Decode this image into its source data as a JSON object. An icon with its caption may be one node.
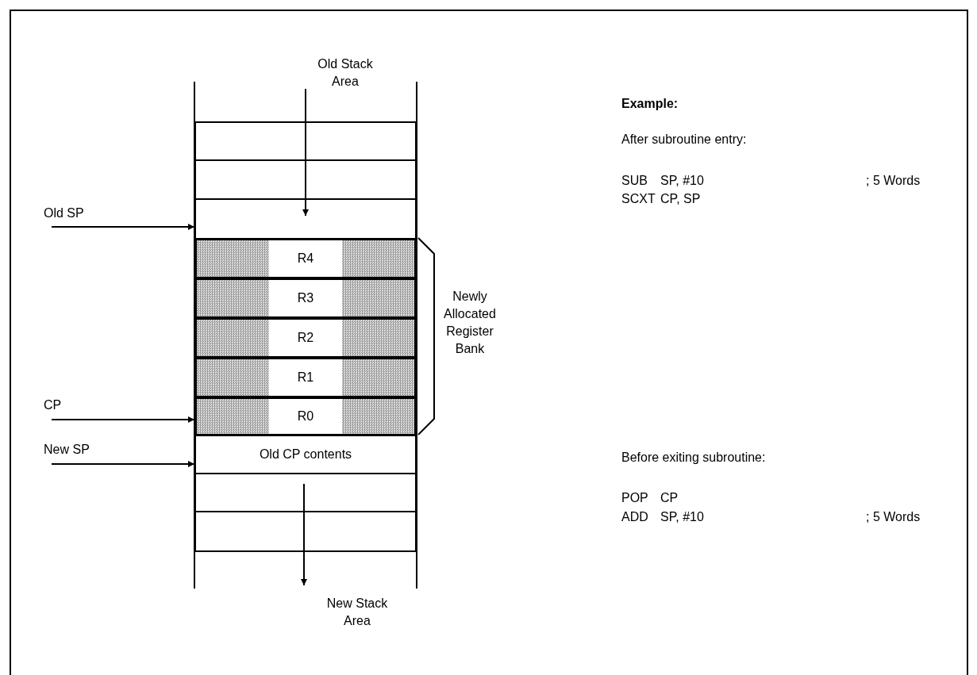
{
  "diagram": {
    "nodes": [
      {
        "text": [],
        "shape": "box"
      },
      {
        "text": [],
        "shape": "box"
      },
      {
        "text": [],
        "shape": "box"
      },
      {
        "text": [
          "R4"
        ]
      },
      {
        "text": [
          "R3"
        ]
      },
      {
        "text": [
          "R2"
        ]
      },
      {
        "text": [
          "R1"
        ]
      },
      {
        "text": [
          "R0"
        ]
      },
      {
        "text": [
          "Old CP contents"
        ]
      },
      {
        "text": [],
        "shape": "box"
      },
      {
        "text": [],
        "shape": "box"
      },
      {
        "text": [
          "Old SP"
        ]
      },
      {
        "text": [
          "CP"
        ]
      },
      {
        "text": [
          "New SP"
        ]
      },
      {
        "text": [
          "Newly Allocated Register Bank"
        ]
      }
    ],
    "edges": [
      {
        "from": 11,
        "to": 2,
        "arrow": "to"
      },
      {
        "from": 12,
        "to": 7,
        "arrow": "to"
      },
      {
        "from": 13,
        "to": 8,
        "arrow": "to"
      }
    ],
    "labels": [
      "Old Stack Area",
      "New Stack Area",
      "Example:",
      "After subroutine entry:",
      "SUB",
      "SP, #10",
      "; 5 Words",
      "SCXT",
      "CP, SP",
      "Before exiting subroutine:",
      "POP",
      "CP",
      "ADD",
      "SP, #10",
      "; 5 Words"
    ]
  }
}
